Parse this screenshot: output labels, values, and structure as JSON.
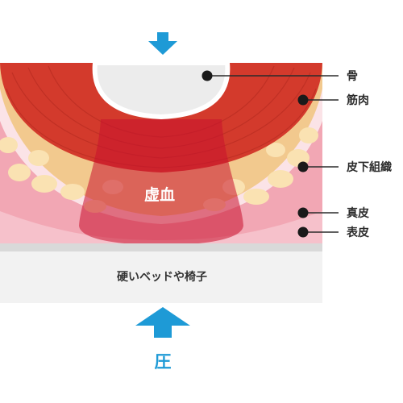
{
  "labels": {
    "bone": "骨",
    "muscle": "筋肉",
    "subcutaneous": "皮下組織",
    "dermis": "真皮",
    "epidermis": "表皮"
  },
  "ischemia_label": "虚血",
  "bed_label": "硬いベッドや椅子",
  "pressure_label": "圧",
  "colors": {
    "arrow": "#1e9ad6",
    "muscle": "#d33a2c",
    "fat": "#f2c98e",
    "dermis": "#f2a7b4",
    "ischemia": "#c8102e"
  }
}
